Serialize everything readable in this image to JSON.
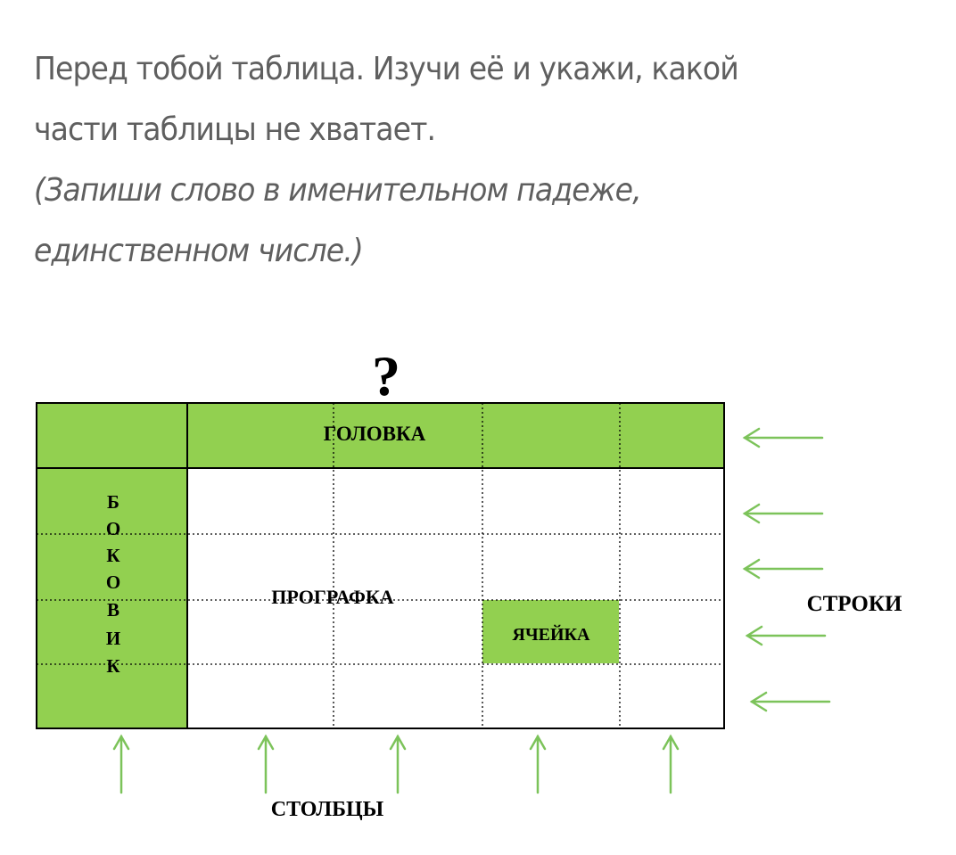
{
  "task": {
    "line1": "Перед тобой таблица. Изучи её и укажи, какой",
    "line2": "части таблицы не хватает.",
    "hint1": "(Запиши слово в именительном падеже,",
    "hint2": "единственном числе.)"
  },
  "diagram": {
    "question_mark": "?",
    "header_label": "ГОЛОВКА",
    "stub_letters": [
      "Б",
      "О",
      "К",
      "О",
      "В",
      "И",
      "К"
    ],
    "body_label": "ПРОГРАФКА",
    "cell_label": "ЯЧЕЙКА",
    "rows_label": "СТРОКИ",
    "columns_label": "СТОЛБЦЫ",
    "accent_color": "#92d050",
    "arrow_color": "#7cc35a"
  }
}
